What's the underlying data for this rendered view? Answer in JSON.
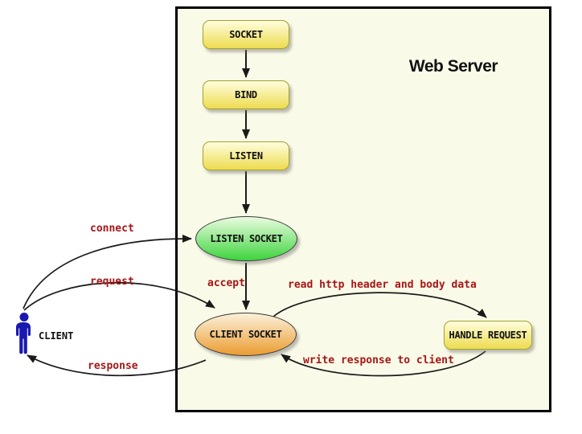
{
  "diagram": {
    "title": "Web Server",
    "nodes": {
      "socket": "SOCKET",
      "bind": "BIND",
      "listen": "LISTEN",
      "listen_socket": "LISTEN SOCKET",
      "client_socket": "CLIENT SOCKET",
      "handle_request": "HANDLE REQUEST",
      "client": "CLIENT"
    },
    "edges": {
      "connect": "connect",
      "request": "request",
      "response": "response",
      "accept": "accept",
      "read": "read http header and body data",
      "write": "write response to client"
    },
    "colors": {
      "server_bg": "#FAFAE8",
      "server_border": "#000000",
      "node_border": "#A2A22A",
      "node_yellow_top": "#FFFEDE",
      "node_yellow_bottom": "#EDDC50",
      "green_top": "#EAFCE0",
      "green_bottom": "#3DD43D",
      "orange_top": "#FBF1DA",
      "orange_bottom": "#EB9C31",
      "ellipse_border": "#3A3A3A",
      "edge_label": "#A61717",
      "arrow": "#1A1A1A",
      "client_blue": "#1A18B0"
    }
  }
}
